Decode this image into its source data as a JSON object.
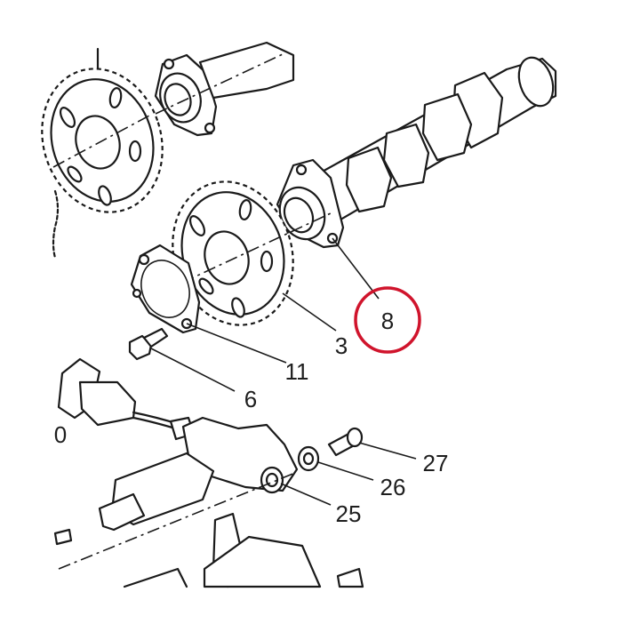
{
  "callouts": {
    "c8": "8",
    "c3": "3",
    "c11": "11",
    "c6": "6",
    "c0": "0",
    "c27": "27",
    "c26": "26",
    "c25": "25"
  },
  "highlight": {
    "target": "8",
    "color": "#d0142c"
  },
  "colors": {
    "line": "#1a1a1a",
    "background": "#ffffff"
  }
}
